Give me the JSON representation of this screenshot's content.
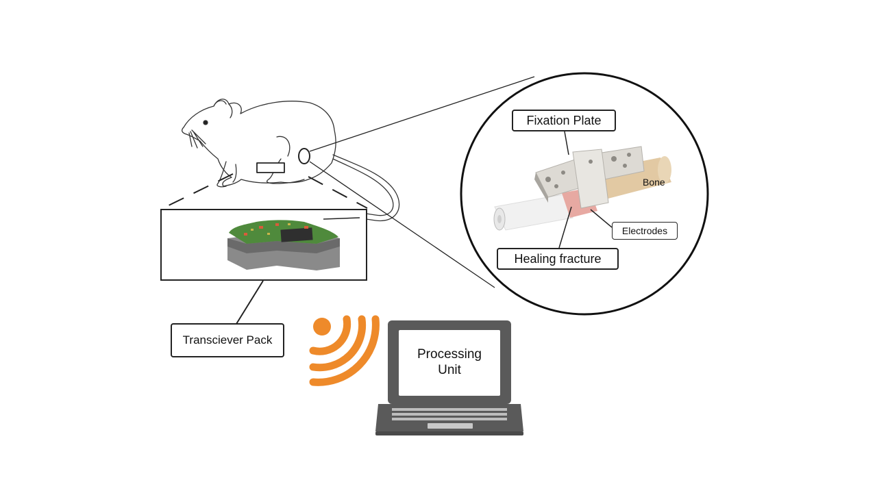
{
  "labels": {
    "fixation_plate": "Fixation Plate",
    "bone": "Bone",
    "electrodes": "Electrodes",
    "healing_fracture": "Healing fracture",
    "transceiver_pack": "Transciever Pack",
    "processing_unit": "Processing\nUnit"
  },
  "colors": {
    "wireless_signal": "#ee8a2a",
    "bone": "#e2c9a3",
    "laptop_body": "#5a5a5a",
    "fixation_plate": "#dddad4",
    "fracture": "#e7a9a2",
    "pcb_green": "#4f8a3c",
    "outline": "#222222"
  },
  "icons": [
    "rat-illustration",
    "wireless-signal-icon",
    "laptop-icon",
    "circuit-board-illustration",
    "bone-implant-illustration"
  ]
}
